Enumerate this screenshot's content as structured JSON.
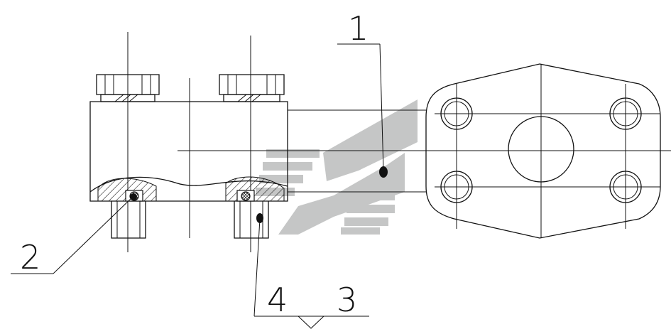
{
  "callouts": [
    {
      "id": "1",
      "text": "1"
    },
    {
      "id": "2",
      "text": "2"
    },
    {
      "id": "3",
      "text": "3"
    },
    {
      "id": "4",
      "text": "4"
    }
  ],
  "colors": {
    "line": "#111111",
    "watermark": "#c2c4c4",
    "background": "#ffffff"
  },
  "watermark_icon": "stylized-wing-logo"
}
